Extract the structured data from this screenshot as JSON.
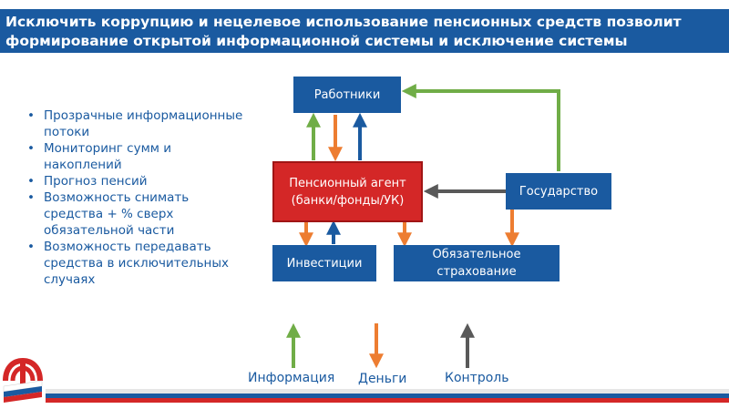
{
  "header": {
    "line1": "Исключить коррупцию и нецелевое использование пенсионных средств позволит",
    "line2": "формирование открытой информационной системы и исключение системы"
  },
  "bullets": [
    "Прозрачные информационные потоки",
    "Мониторинг сумм и накоплений",
    "Прогноз пенсий",
    "Возможность снимать средства + % сверх обязательной части",
    "Возможность передавать средства в исключительных случаях"
  ],
  "nodes": {
    "workers": "Работники",
    "agent_line1": "Пенсионный агент",
    "agent_line2": "(банки/фонды/УК)",
    "state": "Государство",
    "investments": "Инвестиции",
    "insurance_line1": "Обязательное",
    "insurance_line2": "страхование"
  },
  "legend": {
    "information": "Информация",
    "money": "Деньги",
    "control": "Контроль"
  },
  "colors": {
    "blue": "#1a5aa0",
    "red": "#d42727",
    "green": "#70ad47",
    "orange": "#ed7d31",
    "gray": "#595959"
  }
}
